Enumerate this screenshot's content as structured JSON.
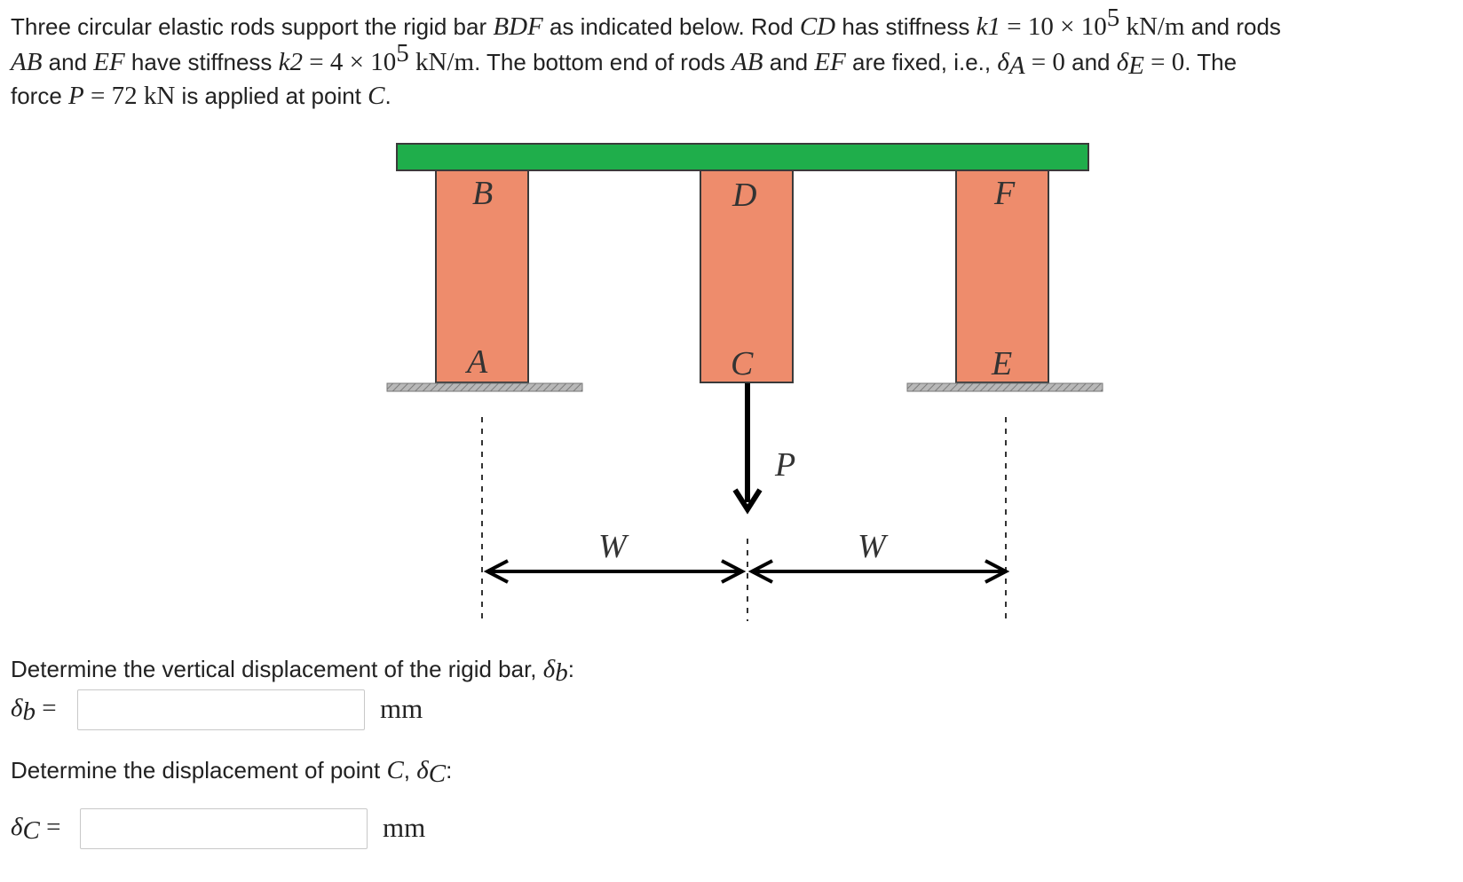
{
  "problem": {
    "l1_a": "Three circular elastic rods support the rigid bar ",
    "l1_bdf": "BDF",
    "l1_b": " as indicated below. Rod ",
    "l1_cd": "CD",
    "l1_c": " has stiffness ",
    "l1_k1": "k1",
    "l1_eq": " = 10 × 10",
    "l1_exp": "5",
    "l1_unit": " kN/m",
    "l1_end": " and rods",
    "l2_ab": "AB",
    "l2_a": " and ",
    "l2_ef": "EF",
    "l2_b": " have stiffness ",
    "l2_k2": "k2",
    "l2_eq": " = 4 × 10",
    "l2_exp": "5",
    "l2_unit": " kN/m",
    "l2_c": ". The bottom end of rods ",
    "l2_ab2": "AB",
    "l2_d": " and ",
    "l2_ef2": "EF",
    "l2_e": " are fixed, i.e., ",
    "l2_delta": "δ",
    "l2_subA": "A",
    "l2_eq0": " = 0",
    "l2_f": " and ",
    "l2_delta2": "δ",
    "l2_subE": "E",
    "l2_eq02": " = 0",
    "l2_g": ". The",
    "l3_a": "force ",
    "l3_p": "P",
    "l3_eq": " = 72 kN",
    "l3_b": " is applied at point ",
    "l3_c": "C",
    "l3_end": "."
  },
  "diagram": {
    "labels": {
      "B": "B",
      "D": "D",
      "F": "F",
      "A": "A",
      "C": "C",
      "E": "E",
      "P": "P",
      "W_left": "W",
      "W_right": "W"
    },
    "colors": {
      "bar": "#1fae4b",
      "rod": "#ee8c6c",
      "ground": "#a9a9a9",
      "outline": "#3a3a3a"
    }
  },
  "questions": {
    "q1_text": "Determine the vertical displacement of the rigid bar, ",
    "q1_delta": "δ",
    "q1_sub": "b",
    "q1_colon": ":",
    "a1_delta": "δ",
    "a1_sub": "b",
    "a1_eq": " =",
    "a1_value": "",
    "a1_unit": "mm",
    "q2_text": "Determine the displacement of point ",
    "q2_c": "C",
    "q2_comma": ", ",
    "q2_delta": "δ",
    "q2_sub": "C",
    "q2_colon": ":",
    "a2_delta": "δ",
    "a2_sub": "C",
    "a2_eq": " =",
    "a2_value": "",
    "a2_unit": "mm"
  }
}
